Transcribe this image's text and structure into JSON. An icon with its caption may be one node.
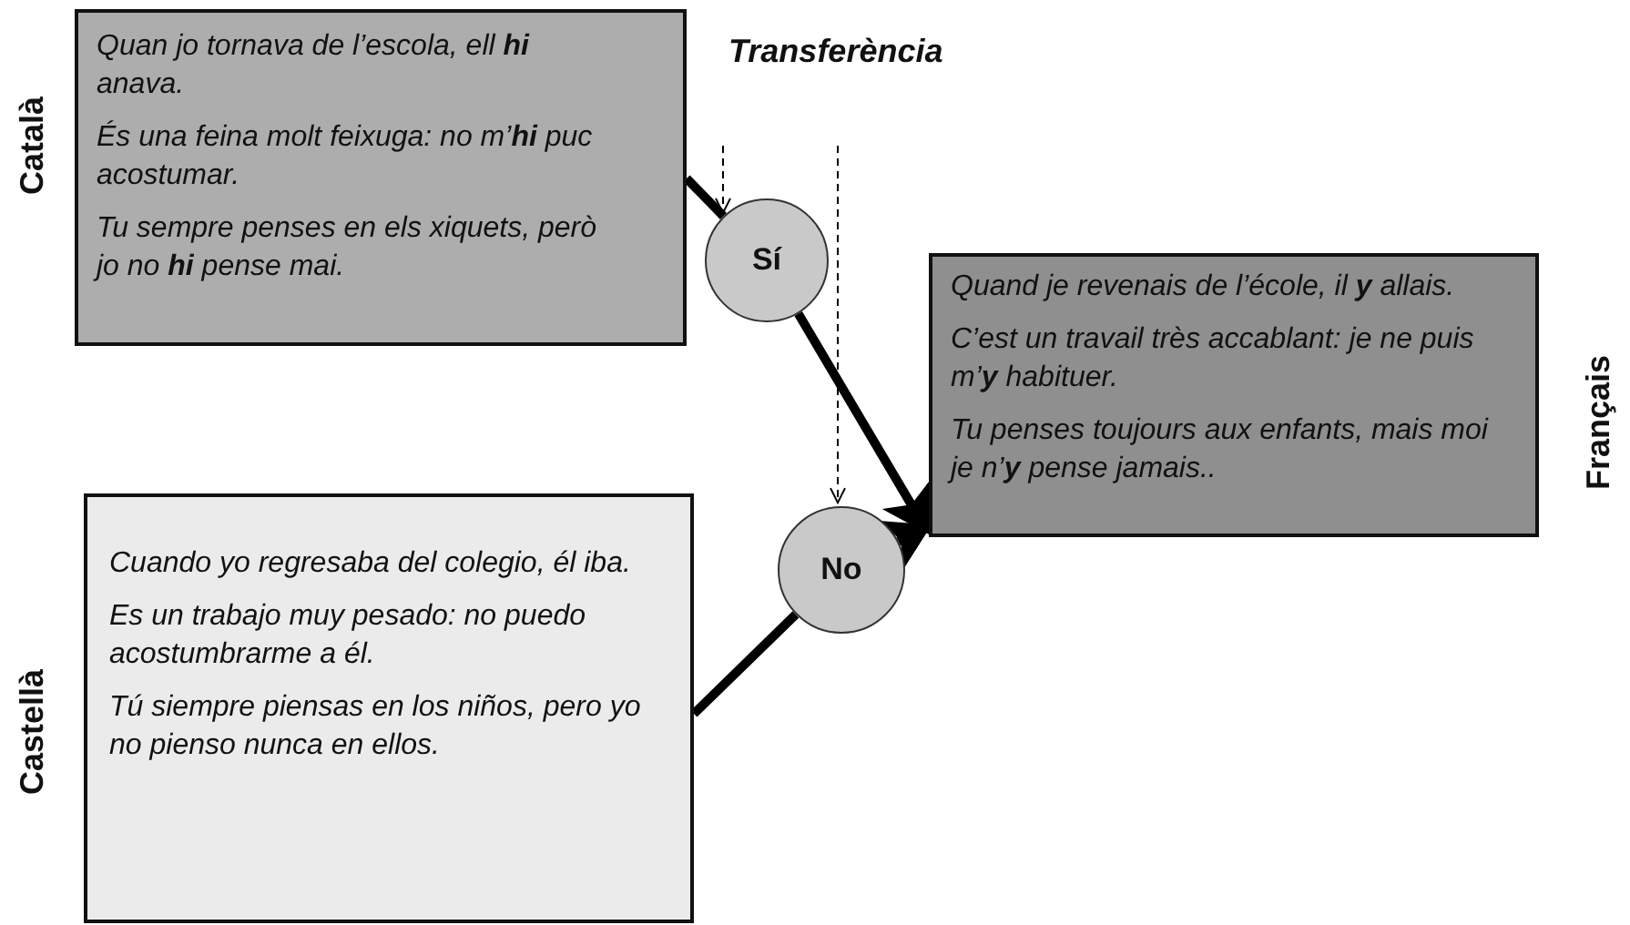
{
  "diagram": {
    "title": "Transferència",
    "nodes": [
      {
        "text": [
          "Quan jo tornava de l’escola, ell **hi** anava.",
          "És una feina molt feixuga: no m’**hi** puc acostumar.",
          "Tu sempre penses en els xiquets, però jo no **hi** pense mai."
        ],
        "beside": [
          "Català"
        ]
      },
      {
        "text": [
          "Sí"
        ]
      },
      {
        "text": [
          "Quand je revenais de l’école, il **y** allais.",
          "C’est un travail très accablant: je ne puis m’**y** habituer.",
          "Tu penses toujours aux enfants, mais moi je n’**y** pense jamais.."
        ],
        "beside": [
          "Français"
        ]
      },
      {
        "text": [
          "Cuando yo regresaba del colegio, él iba.",
          "Es un trabajo muy pesado: no puedo acostumbrarme a él.",
          "Tú siempre piensas en los niños, pero yo no pienso nunca en ellos."
        ],
        "beside": [
          "Castellà"
        ]
      },
      {
        "text": [
          "No"
        ]
      }
    ],
    "edges": [
      {
        "from": 0,
        "to": 1,
        "arrow": "none"
      },
      {
        "from": 1,
        "to": 2,
        "arrow": "to"
      },
      {
        "from": 3,
        "to": 4,
        "arrow": "none"
      },
      {
        "from": 4,
        "to": 2,
        "arrow": "to"
      },
      {
        "from": null,
        "to": 1,
        "arrow": "to",
        "style": "dashed"
      },
      {
        "from": null,
        "to": 4,
        "arrow": "to",
        "style": "dashed"
      }
    ]
  }
}
